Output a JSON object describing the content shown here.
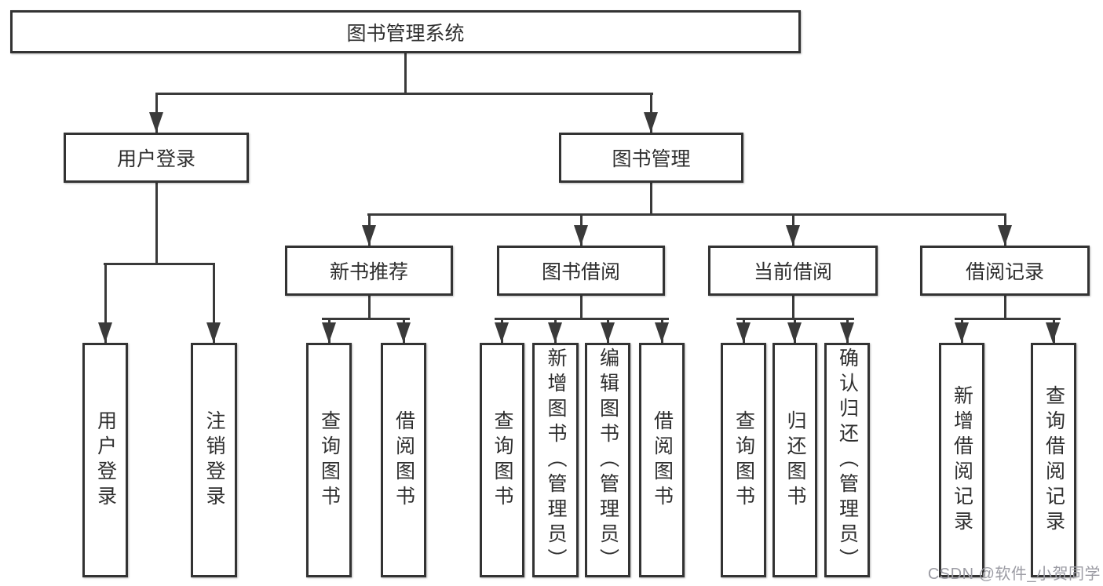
{
  "diagram": {
    "root": {
      "label": "图书管理系统"
    },
    "branches": [
      {
        "label": "用户登录",
        "children": [
          {
            "label": "用户登录"
          },
          {
            "label": "注销登录"
          }
        ]
      },
      {
        "label": "图书管理",
        "children": [
          {
            "label": "新书推荐",
            "children": [
              {
                "label": "查询图书"
              },
              {
                "label": "借阅图书"
              }
            ]
          },
          {
            "label": "图书借阅",
            "children": [
              {
                "label": "查询图书"
              },
              {
                "label": "新增图书（管理员）"
              },
              {
                "label": "编辑图书（管理员）"
              },
              {
                "label": "借阅图书"
              }
            ]
          },
          {
            "label": "当前借阅",
            "children": [
              {
                "label": "查询图书"
              },
              {
                "label": "归还图书"
              },
              {
                "label": "确认归还（管理员）"
              }
            ]
          },
          {
            "label": "借阅记录",
            "children": [
              {
                "label": "新增借阅记录"
              },
              {
                "label": "查询借阅记录"
              }
            ]
          }
        ]
      }
    ],
    "watermark": "CSDN @软件_小贺同学",
    "colors": {
      "line": "#3a3a3a",
      "box_border": "#333333",
      "text": "#2f2f2f",
      "watermark": "#9c9ca4",
      "background": "#ffffff"
    }
  }
}
